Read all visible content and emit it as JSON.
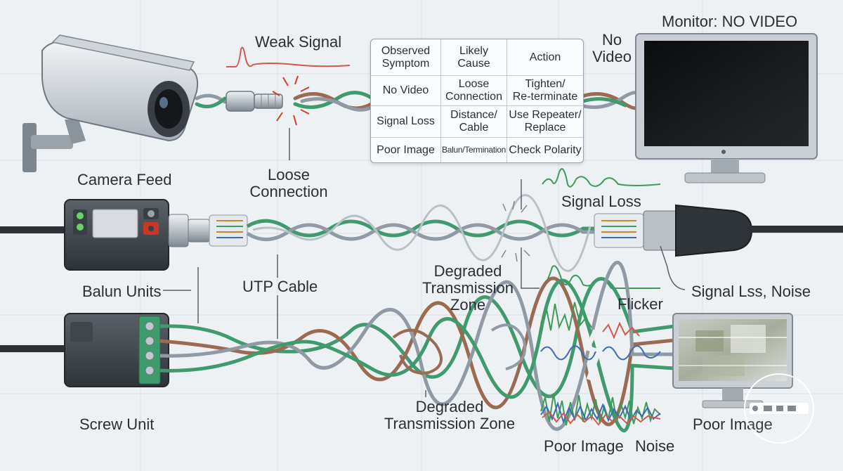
{
  "labels": {
    "weak_signal": "Weak Signal",
    "monitor_title": "Monitor: NO VIDEO",
    "no_video_line1": "No",
    "no_video_line2": "Video",
    "camera_feed": "Camera Feed",
    "loose_line1": "Loose",
    "loose_line2": "Connection",
    "signal_loss": "Signal Loss",
    "balun_units": "Balun Units",
    "utp_cable": "UTP Cable",
    "degraded_mid_1": "Degraded",
    "degraded_mid_2": "Transmission",
    "degraded_mid_3": "Zone",
    "signal_lss_noise": "Signal Lss, Noise",
    "flicker": "Flicker",
    "screw_unit": "Screw Unit",
    "degraded_bottom_1": "Degraded",
    "degraded_bottom_2": "Transmission Zone",
    "poor_image_right": "Poor Image",
    "poor_image_bottom": "Poor Image",
    "noise": "Noise"
  },
  "table": {
    "headers": [
      "Observed\nSymptom",
      "Likely\nCause",
      "Action"
    ],
    "rows": [
      [
        "No Video",
        "Loose\nConnection",
        "Tighten/\nRe-terminate"
      ],
      [
        "Signal Loss",
        "Distance/\nCable",
        "Use Repeater/\nReplace"
      ],
      [
        "Poor Image",
        "Balun/Termination",
        "Check Polarity"
      ]
    ]
  },
  "colors": {
    "wire_green": "#3f9a6e",
    "wire_brown": "#9a6a52",
    "wire_gray": "#8f9aa4",
    "signal_green": "#3f9a5a",
    "signal_red": "#d25a4a",
    "signal_blue": "#3a6db5",
    "spark_red": "#d63c2c"
  }
}
